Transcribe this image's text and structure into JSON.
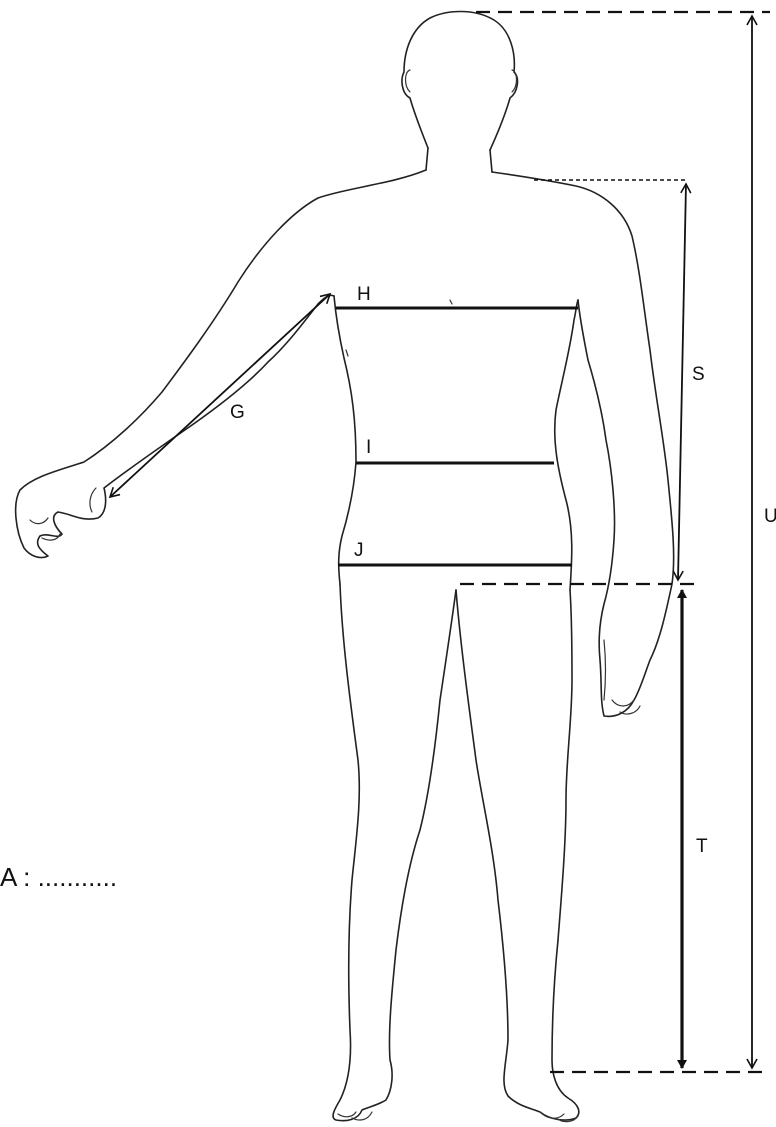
{
  "labels": {
    "H": "H",
    "I": "I",
    "J": "J",
    "G": "G",
    "S": "S",
    "T": "T",
    "U": "U"
  },
  "field_a": "A : ..........."
}
